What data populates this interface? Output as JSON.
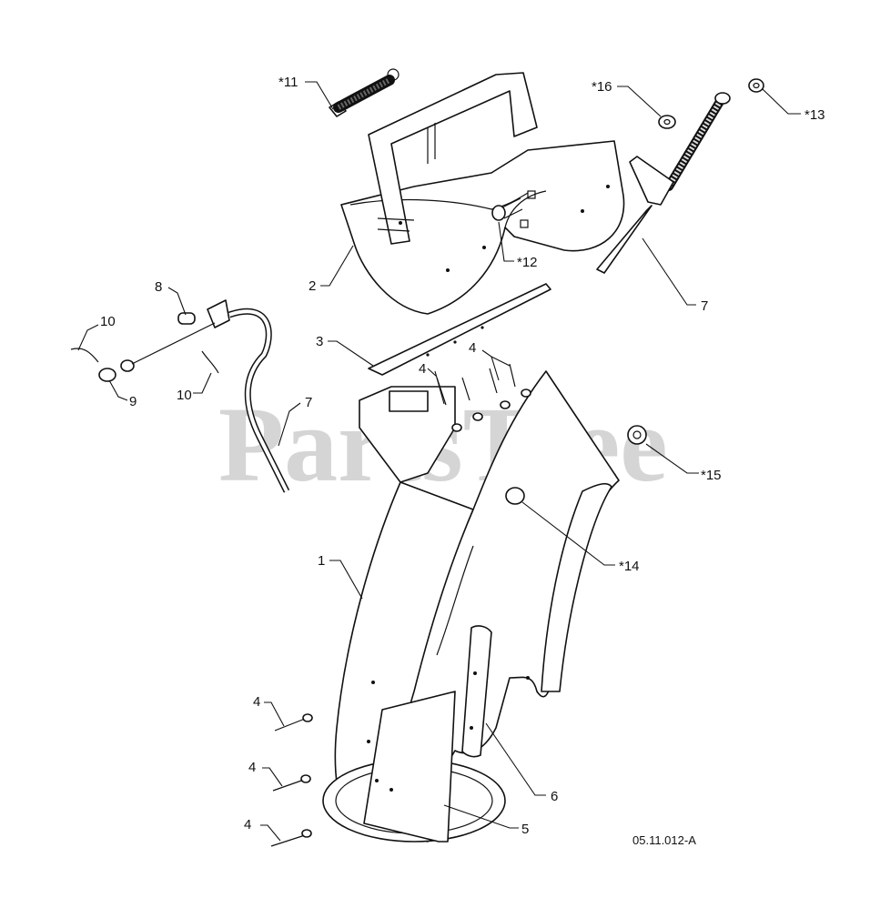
{
  "watermark": "PartsTree",
  "diagram_id": "05.11.012-A",
  "callouts": {
    "c11": "*11",
    "c16": "*16",
    "c13": "*13",
    "c2": "2",
    "c12": "*12",
    "c7_top": "7",
    "c8": "8",
    "c10_a": "10",
    "c9": "9",
    "c10_b": "10",
    "c3": "3",
    "c4_a": "4",
    "c4_b": "4",
    "c7_left": "7",
    "c15": "*15",
    "c1": "1",
    "c14": "*14",
    "c4_c": "4",
    "c4_d": "4",
    "c4_e": "4",
    "c6": "6",
    "c5": "5"
  }
}
